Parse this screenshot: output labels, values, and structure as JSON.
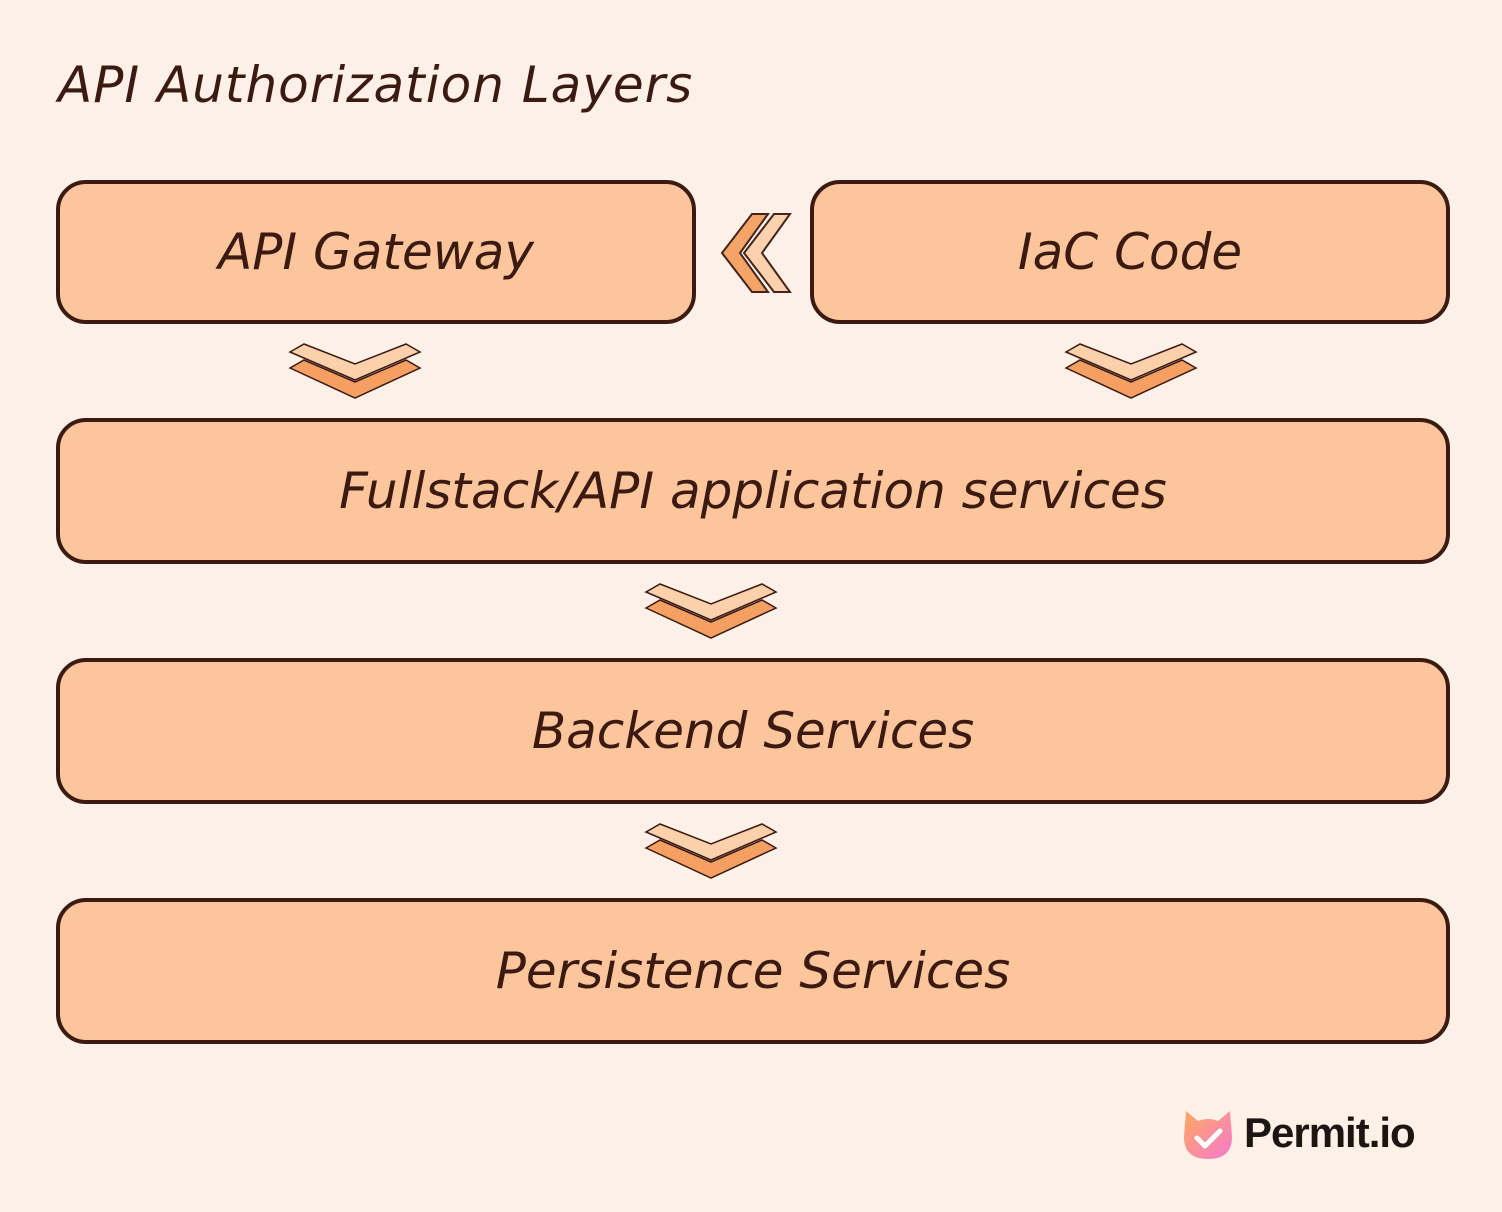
{
  "title": "API Authorization Layers",
  "boxes": {
    "gateway": "API Gateway",
    "iac": "IaC Code",
    "fullstack": "Fullstack/API application services",
    "backend": "Backend Services",
    "persistence": "Persistence Services"
  },
  "arrows": [
    {
      "from": "IaC Code",
      "to": "API Gateway",
      "direction": "left"
    },
    {
      "from": "API Gateway",
      "to": "Fullstack/API application services",
      "direction": "down"
    },
    {
      "from": "IaC Code",
      "to": "Fullstack/API application services",
      "direction": "down"
    },
    {
      "from": "Fullstack/API application services",
      "to": "Backend Services",
      "direction": "down"
    },
    {
      "from": "Backend Services",
      "to": "Persistence Services",
      "direction": "down"
    }
  ],
  "logo": {
    "text": "Permit.io",
    "icon": "cat-check-icon"
  },
  "colors": {
    "background": "#fdf0e6",
    "box_fill": "#fcc59b",
    "outline": "#3b1a12",
    "arrow": "#f5a062",
    "arrow_light": "#fcd0ab",
    "logo_pink": "#f57ad0",
    "logo_orange": "#ffa860"
  }
}
